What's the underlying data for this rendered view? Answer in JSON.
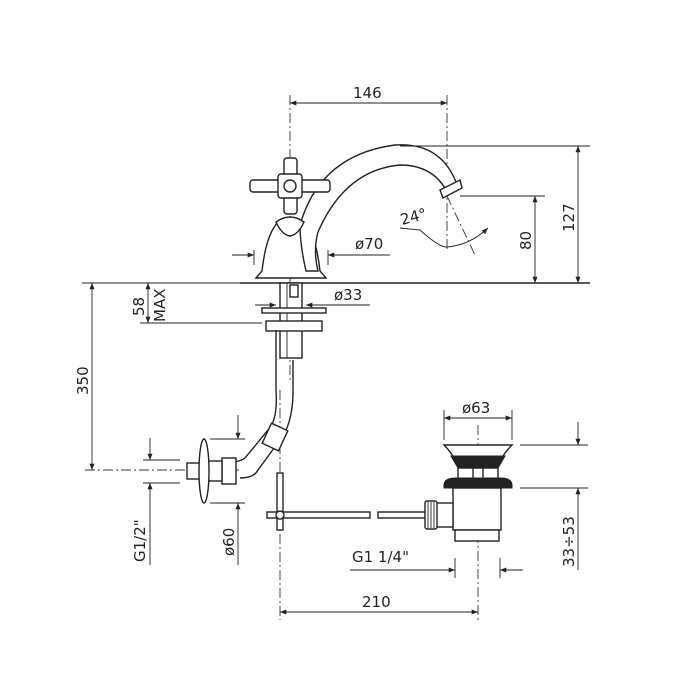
{
  "drawing": {
    "dimensions": {
      "spout_reach": "146",
      "total_height": "127",
      "spout_height": "80",
      "spout_angle": "24°",
      "base_diameter": "ø70",
      "shank_diameter": "ø33",
      "max_deck_thickness_value": "58",
      "max_deck_thickness_label": "MAX",
      "supply_length": "350",
      "supply_thread": "G1/2\"",
      "escutcheon_diameter": "ø60",
      "waste_diameter": "ø63",
      "waste_thread": "G1  1/4\"",
      "waste_adjustment": "33÷53",
      "tap_to_waste": "210"
    }
  }
}
